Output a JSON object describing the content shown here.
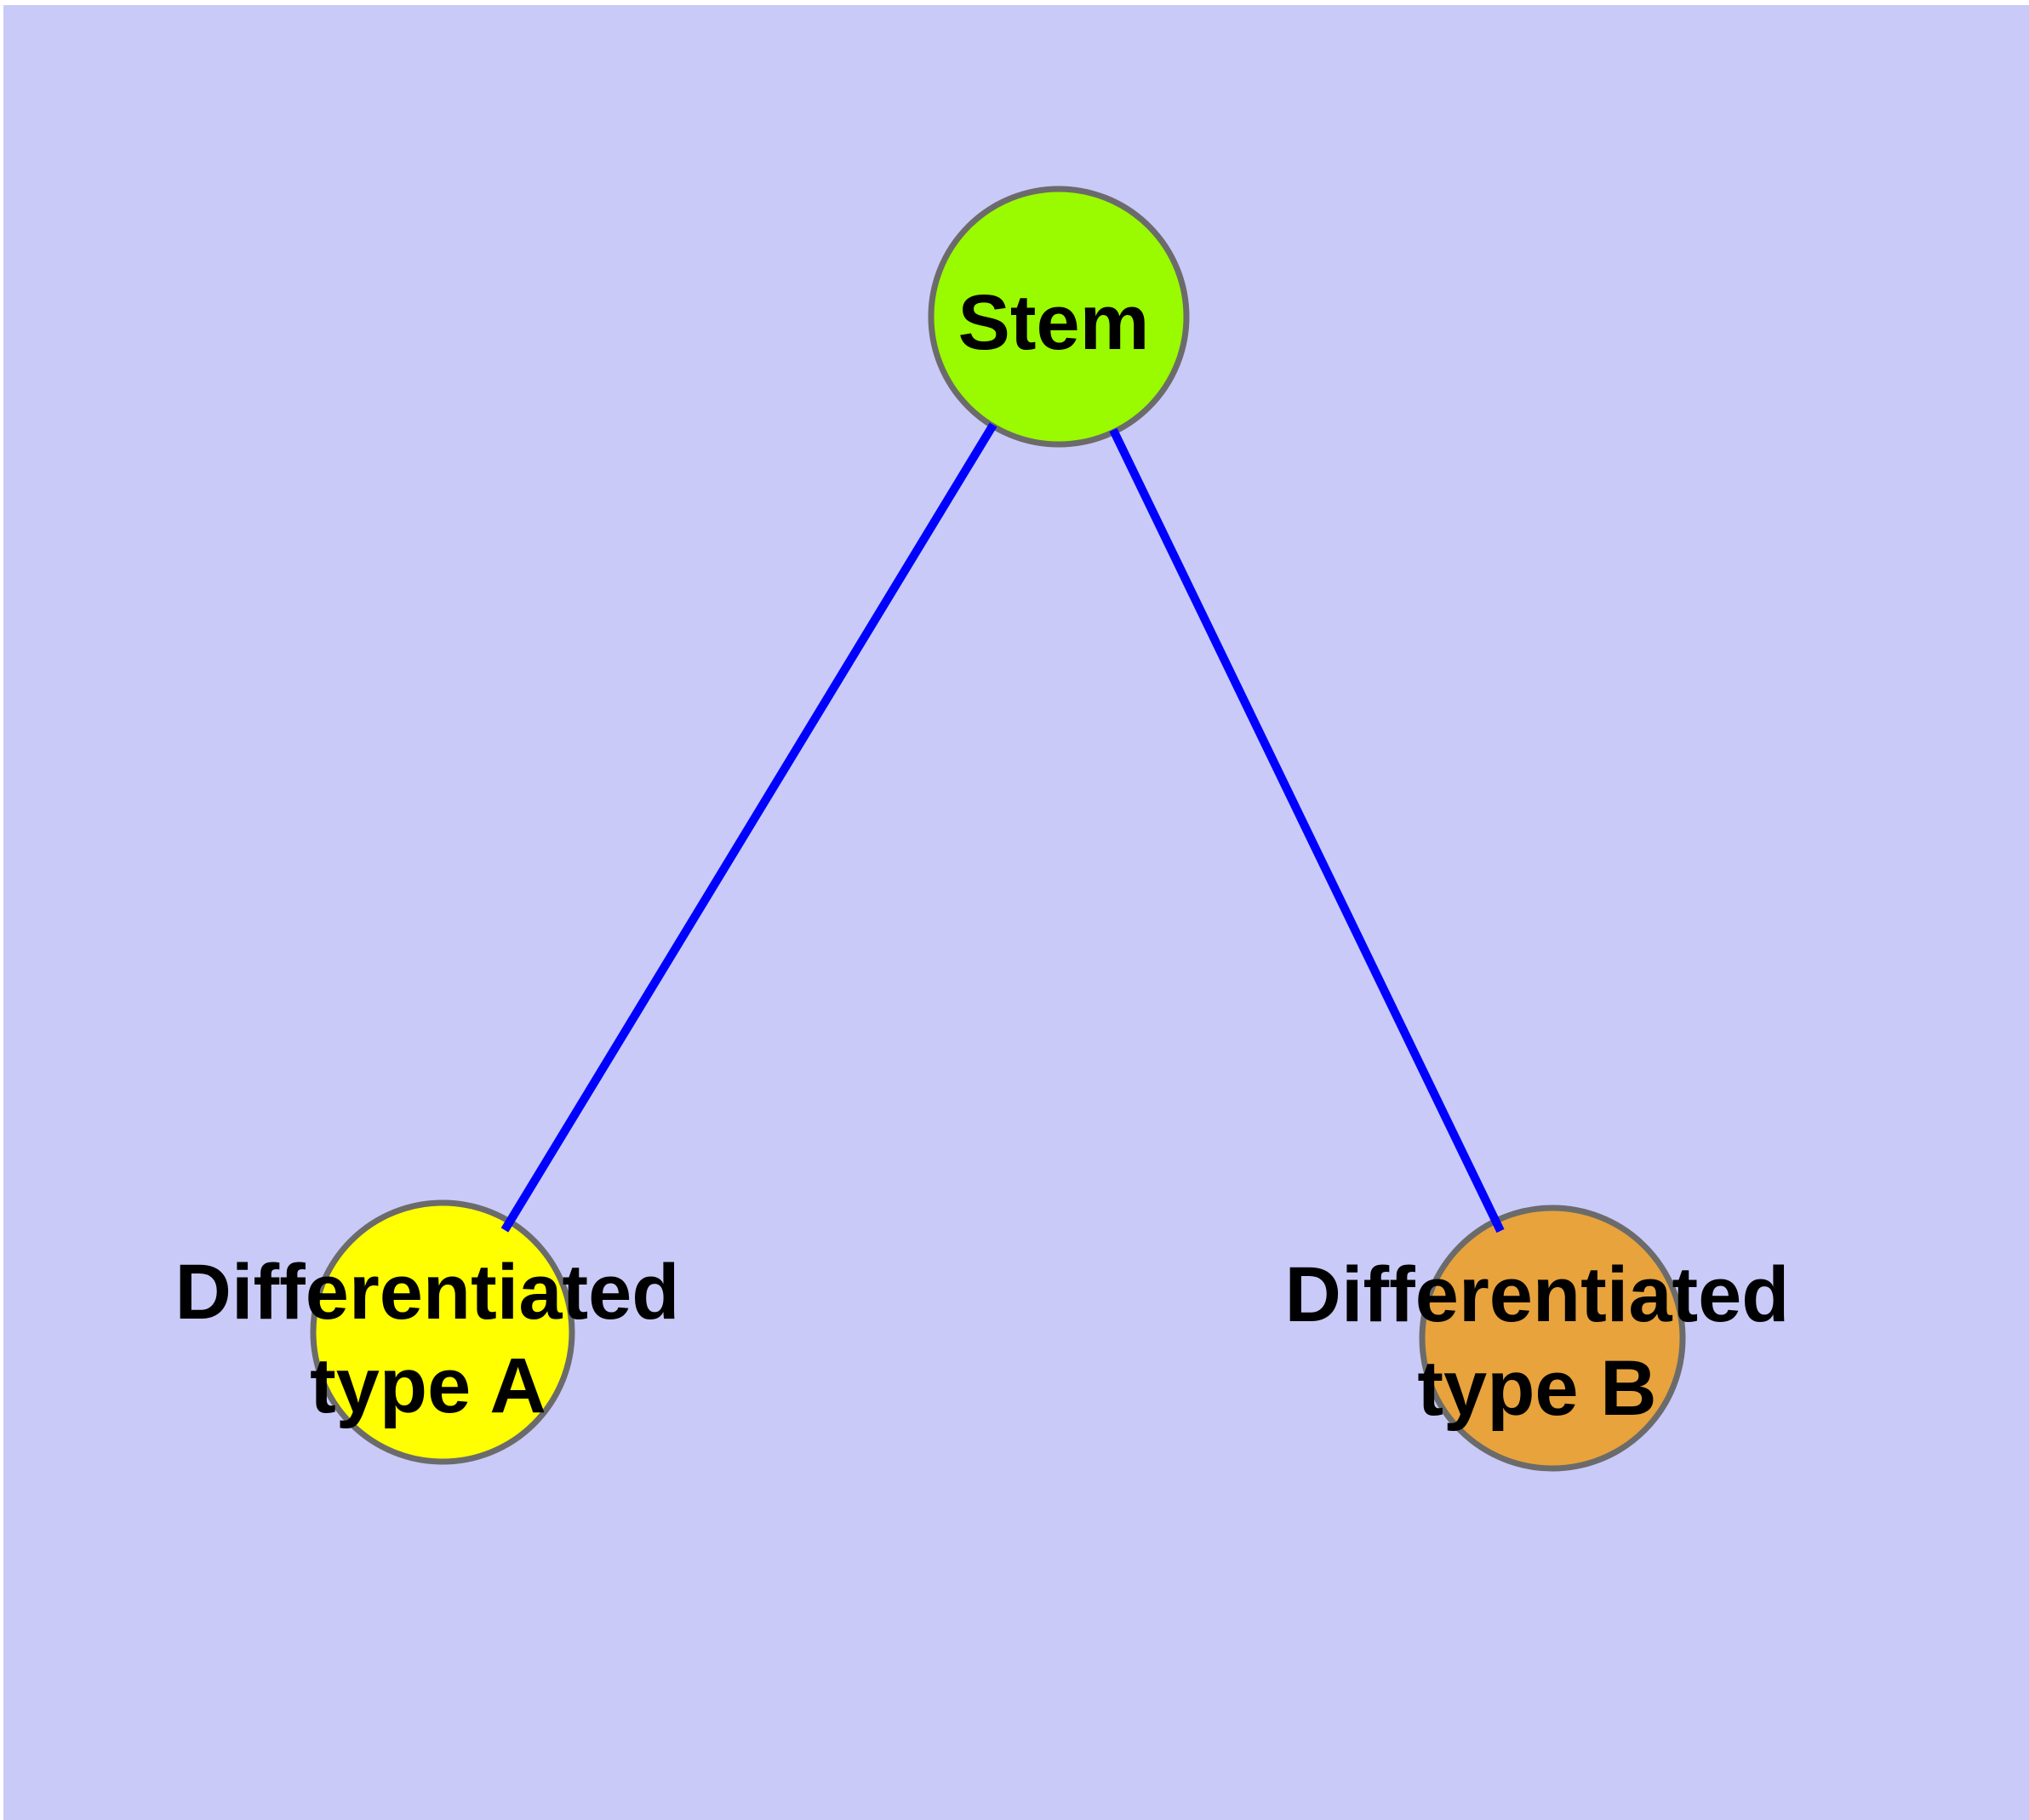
{
  "diagram": {
    "background_color": "#c9caf8",
    "page_margin_color": "#ffffff",
    "edge_color": "#0000fe",
    "node_border_color": "#6b6b6b",
    "label_color": "#000000",
    "nodes": [
      {
        "id": "stem",
        "label": "Stem",
        "fill": "#9afa00"
      },
      {
        "id": "differentiated-type-a",
        "label_line1": "Differentiated",
        "label_line2": "type A",
        "fill": "#ffff00"
      },
      {
        "id": "differentiated-type-b",
        "label_line1": "Differentiated",
        "label_line2": "type B",
        "fill": "#e8a33c"
      }
    ],
    "edges": [
      {
        "from": "Stem",
        "to": "Differentiated type A"
      },
      {
        "from": "Stem",
        "to": "Differentiated type B"
      }
    ]
  }
}
